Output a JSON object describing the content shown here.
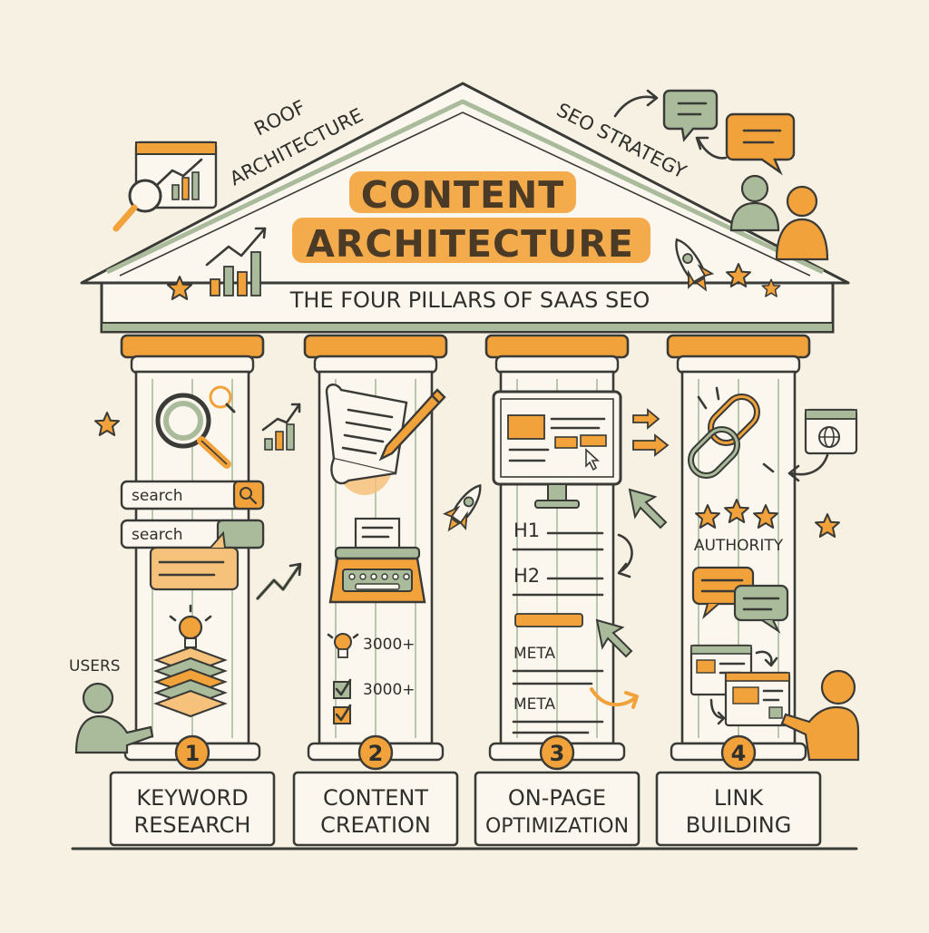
{
  "title": {
    "line1": "CONTENT",
    "line2": "ARCHITECTURE",
    "subtitle": "THE FOUR PILLARS OF SAAS SEO"
  },
  "annotations": {
    "roof_line1": "ROOF",
    "roof_line2": "ARCHITECTURE",
    "seo_strategy": "SEO STRATEGY",
    "users": "USERS",
    "authority": "AUTHORITY"
  },
  "pillars": [
    {
      "number": "1",
      "label_line1": "KEYWORD",
      "label_line2": "RESEARCH"
    },
    {
      "number": "2",
      "label_line1": "CONTENT",
      "label_line2": "CREATION"
    },
    {
      "number": "3",
      "label_line1": "ON-PAGE",
      "label_line2": "OPTIMIZATION"
    },
    {
      "number": "4",
      "label_line1": "LINK",
      "label_line2": "BUILDING"
    }
  ],
  "pillar1": {
    "search_1": "search",
    "search_2": "search"
  },
  "pillar2": {
    "word_count_1": "3000+",
    "word_count_2": "3000+"
  },
  "pillar3": {
    "h1": "H1",
    "h2": "H2",
    "meta_1": "META",
    "meta_2": "META"
  },
  "colors": {
    "orange": "#f2a23a",
    "sage": "#a9bb9b",
    "ink": "#3a3a36",
    "background": "#f7f1e4",
    "pillar_fill": "#fbf7ee"
  },
  "icons": [
    "analytics-window-icon",
    "magnifier-icon",
    "chat-bubble-icon",
    "user-icon",
    "star-icon",
    "rocket-icon",
    "bar-chart-icon",
    "scroll-icon",
    "pen-icon",
    "typewriter-icon",
    "lightbulb-icon",
    "checkbox-icon",
    "monitor-icon",
    "cursor-icon",
    "arrow-icon",
    "chain-link-icon",
    "globe-icon",
    "browser-windows-icon"
  ]
}
